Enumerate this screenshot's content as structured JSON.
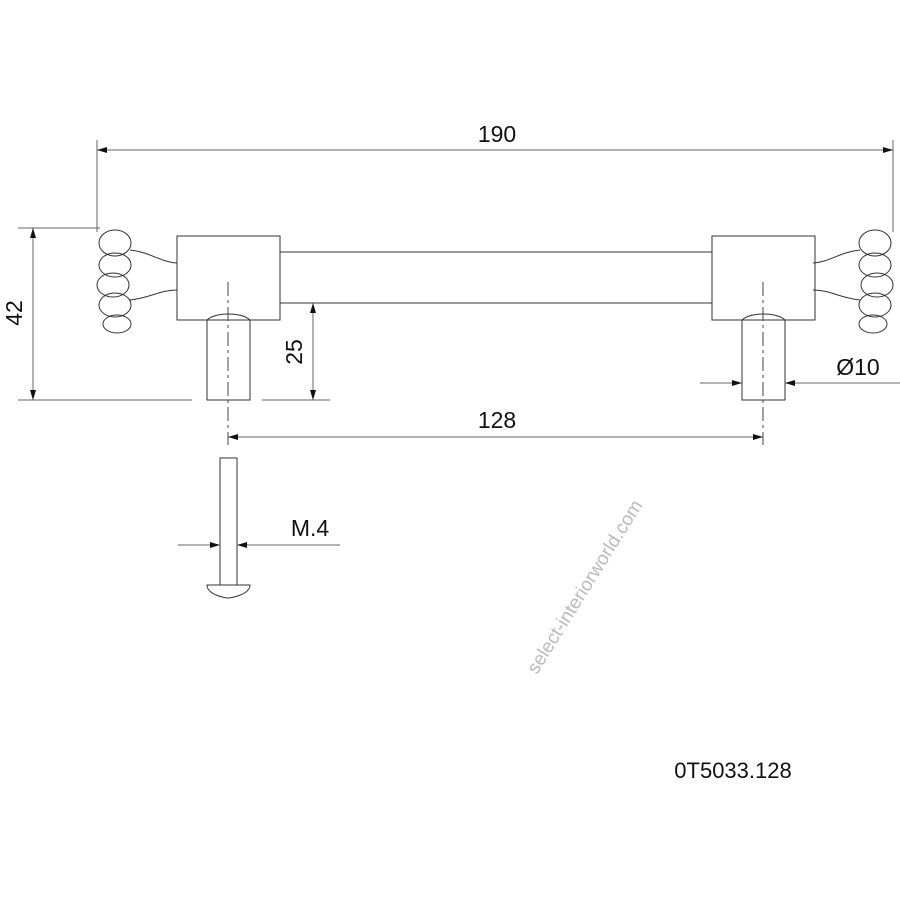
{
  "drawing": {
    "dimensions": {
      "overall_length": "190",
      "height": "42",
      "post_height": "25",
      "hole_spacing": "128",
      "post_diameter": "Ø10",
      "screw_thread": "M.4"
    },
    "part_number": "0T5033.128",
    "watermark": "select-interiorworld.com"
  }
}
